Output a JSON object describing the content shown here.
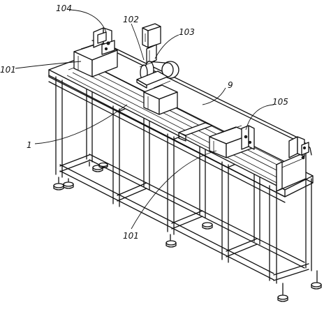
{
  "labels": {
    "l104": "104",
    "l102": "102",
    "l103": "103",
    "l101_top": "101",
    "l9": "9",
    "l105": "105",
    "l1": "1",
    "l101_bottom": "101"
  }
}
